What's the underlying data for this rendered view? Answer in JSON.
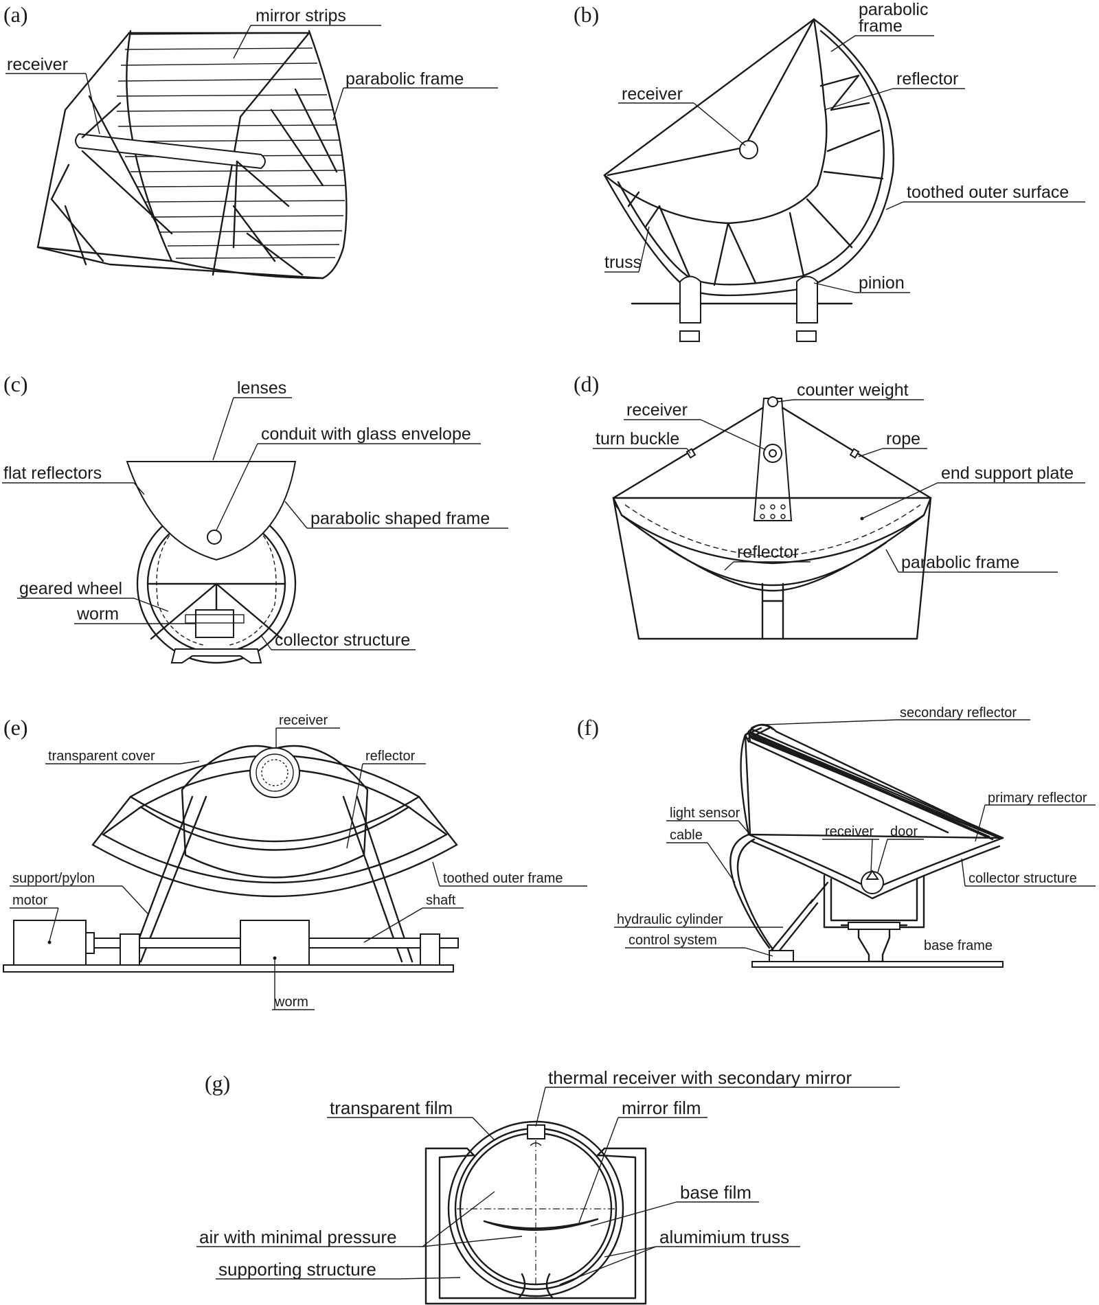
{
  "panels": {
    "a": {
      "tag": "(a)",
      "mirror_strips": "mirror strips",
      "receiver": "receiver",
      "parabolic_frame": "parabolic frame"
    },
    "b": {
      "tag": "(b)",
      "parabolic": "parabolic",
      "frame": "frame",
      "receiver": "receiver",
      "reflector": "reflector",
      "toothed_outer_surface": "toothed outer surface",
      "truss": "truss",
      "pinion": "pinion"
    },
    "c": {
      "tag": "(c)",
      "lenses": "lenses",
      "conduit": "conduit with glass envelope",
      "flat_reflectors": "flat reflectors",
      "parabolic_shaped_frame": "parabolic shaped frame",
      "geared_wheel": "geared wheel",
      "worm": "worm",
      "collector_structure": "collector structure"
    },
    "d": {
      "tag": "(d)",
      "counter_weight": "counter weight",
      "receiver": "receiver",
      "turn_buckle": "turn buckle",
      "rope": "rope",
      "end_support_plate": "end support plate",
      "reflector": "reflector",
      "parabolic_frame": "parabolic frame"
    },
    "e": {
      "tag": "(e)",
      "receiver": "receiver",
      "transparent_cover": "transparent cover",
      "reflector": "reflector",
      "support_pylon": "support/pylon",
      "toothed_outer_frame": "toothed outer frame",
      "motor": "motor",
      "shaft": "shaft",
      "worm": "worm"
    },
    "f": {
      "tag": "(f)",
      "secondary_reflector": "secondary reflector",
      "primary_reflector": "primary reflector",
      "light_sensor": "light sensor",
      "cable": "cable",
      "receiver": "receiver",
      "door": "door",
      "collector_structure": "collector structure",
      "hydraulic_cylinder": "hydraulic cylinder",
      "control_system": "control system",
      "base_frame": "base frame"
    },
    "g": {
      "tag": "(g)",
      "thermal_receiver": "thermal receiver with secondary mirror",
      "transparent_film": "transparent film",
      "mirror_film": "mirror film",
      "base_film": "base film",
      "air_min_pressure": "air with minimal pressure",
      "aluminium_truss": "alumimium truss",
      "supporting_structure": "supporting structure"
    }
  }
}
